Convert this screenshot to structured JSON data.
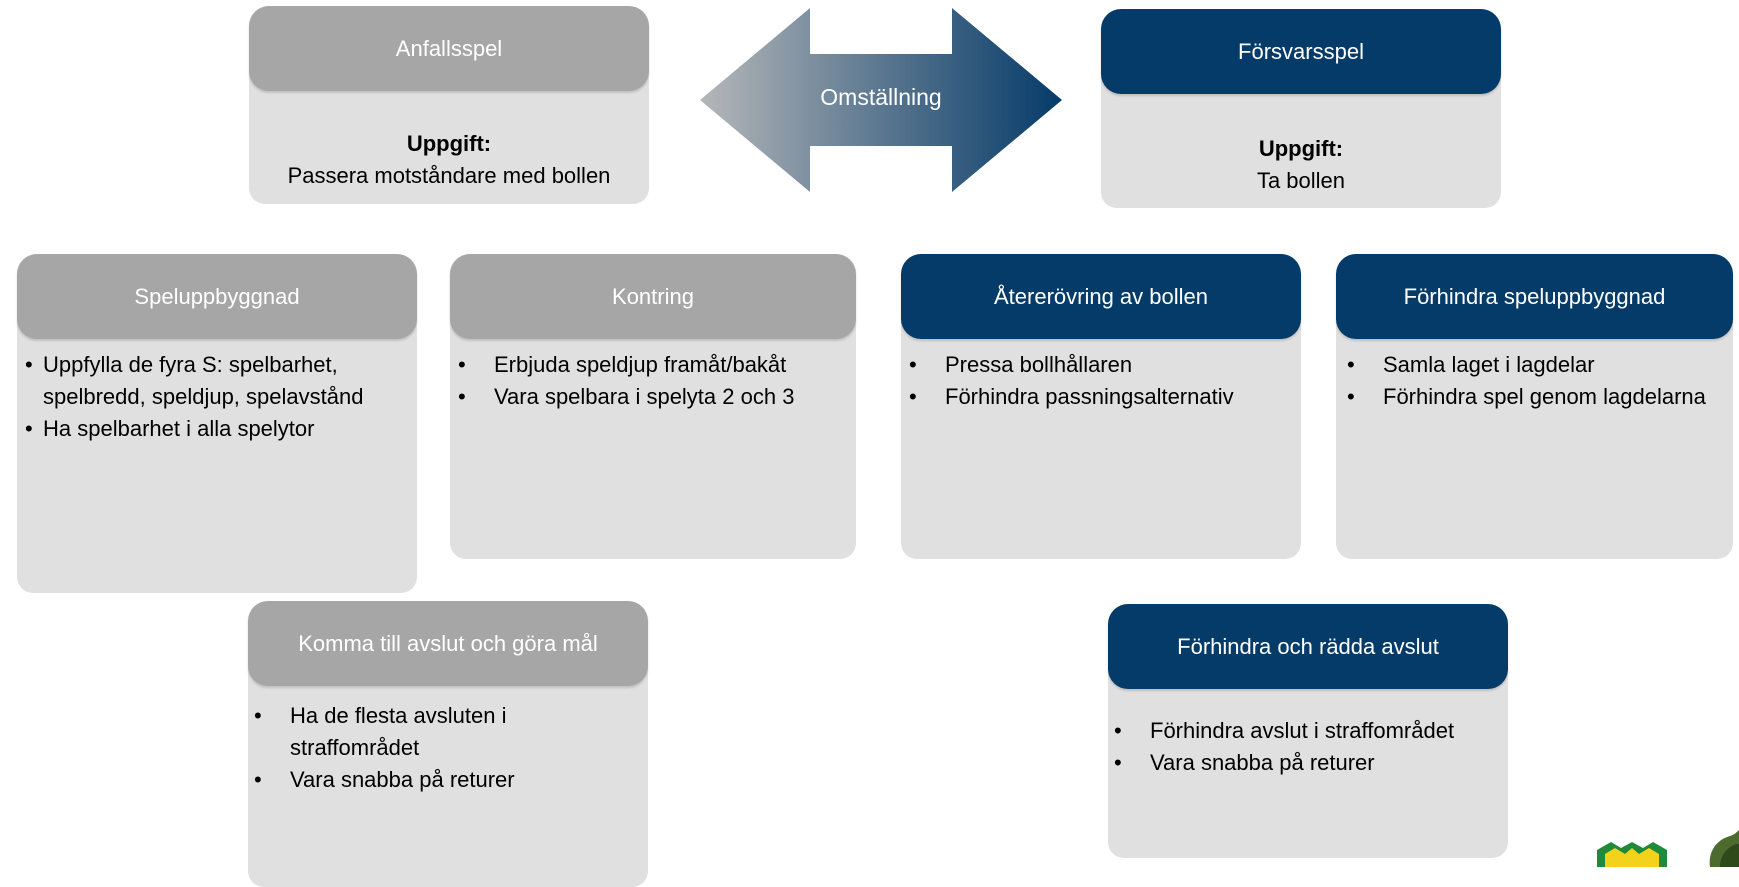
{
  "transition": {
    "label": "Omställning"
  },
  "attack": {
    "title": "Anfallsspel",
    "task_label": "Uppgift:",
    "task_text": "Passera motståndare med bollen"
  },
  "defense": {
    "title": "Försvarsspel",
    "task_label": "Uppgift:",
    "task_text": "Ta bollen"
  },
  "cards": {
    "build_up": {
      "title": "Speluppbyggnad",
      "items": [
        "Uppfylla de fyra S: spelbarhet, spelbredd, speldjup, spelavstånd",
        "Ha spelbarhet i alla spelytor"
      ]
    },
    "counter": {
      "title": "Kontring",
      "items": [
        "Erbjuda speldjup framåt/bakåt",
        "Vara spelbara i spelyta 2 och 3"
      ]
    },
    "recovery": {
      "title": "Återerövring av bollen",
      "items": [
        "Pressa bollhållaren",
        "Förhindra passningsalternativ"
      ]
    },
    "prevent_build": {
      "title": "Förhindra speluppbyggnad",
      "items": [
        "Samla laget i lagdelar",
        "Förhindra spel genom lagdelarna"
      ]
    },
    "finish": {
      "title": "Komma till avslut och göra mål",
      "items": [
        "Ha de flesta avsluten i straffområdet",
        "Vara snabba på returer"
      ]
    },
    "prevent_finish": {
      "title": "Förhindra och rädda avslut",
      "items": [
        "Förhindra avslut i straffområdet",
        "Vara snabba på returer"
      ]
    }
  },
  "bullet": "•",
  "colors": {
    "attack_gray": "#a6a6a6",
    "defense_navy": "#053b69",
    "card_body": "#e0e0e0",
    "logo_green": "#1f8a3a",
    "logo_yellow": "#f2d21b"
  },
  "icons": [
    "club-crest-icon",
    "club-mascot-icon"
  ]
}
